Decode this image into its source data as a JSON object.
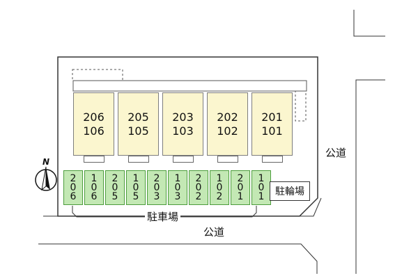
{
  "map": {
    "units": [
      {
        "upper": "206",
        "lower": "106"
      },
      {
        "upper": "205",
        "lower": "105"
      },
      {
        "upper": "203",
        "lower": "103"
      },
      {
        "upper": "202",
        "lower": "102"
      },
      {
        "upper": "201",
        "lower": "101"
      }
    ],
    "parking_spaces": [
      "206",
      "106",
      "205",
      "105",
      "203",
      "103",
      "202",
      "102",
      "201",
      "101"
    ],
    "parking_label": "駐車場",
    "bicycle_parking_label": "駐輪場",
    "road_east_label": "公道",
    "road_south_label": "公道",
    "north_label": "N"
  },
  "colors": {
    "building": "#fbf6cf",
    "parking": "#c3e8b4",
    "parking_border": "#4c9d3c",
    "lot": "#ffffff",
    "line": "#333333"
  }
}
